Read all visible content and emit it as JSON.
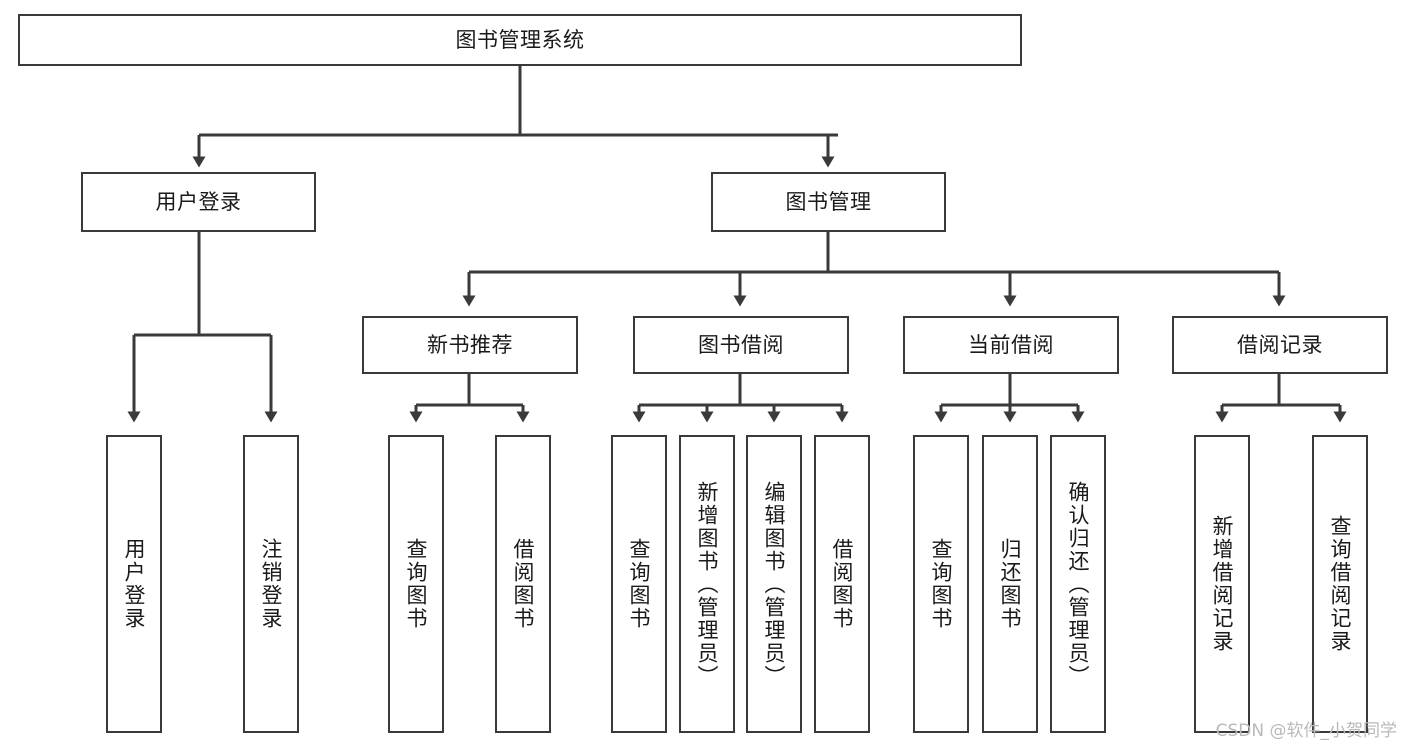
{
  "diagram": {
    "title": "图书管理系统",
    "type": "tree-hierarchy-chart",
    "colors": {
      "background": "#ffffff",
      "border": "#3a3a3a",
      "edge": "#3a3a3a",
      "text": "#1a1a1a",
      "watermark": "#b9b9b9"
    },
    "root": {
      "label": "图书管理系统"
    },
    "level2": [
      {
        "label": "用户登录"
      },
      {
        "label": "图书管理"
      }
    ],
    "level3": [
      {
        "label": "新书推荐"
      },
      {
        "label": "图书借阅"
      },
      {
        "label": "当前借阅"
      },
      {
        "label": "借阅记录"
      }
    ],
    "leaves": {
      "user_login": [
        {
          "label": "用户登录"
        },
        {
          "label": "注销登录"
        }
      ],
      "new_book": [
        {
          "label": "查询图书"
        },
        {
          "label": "借阅图书"
        }
      ],
      "borrow_book": [
        {
          "label": "查询图书"
        },
        {
          "label": "新增图书（管理员）"
        },
        {
          "label": "编辑图书（管理员）"
        },
        {
          "label": "借阅图书"
        }
      ],
      "current_borrow": [
        {
          "label": "查询图书"
        },
        {
          "label": "归还图书"
        },
        {
          "label": "确认归还（管理员）"
        }
      ],
      "borrow_record": [
        {
          "label": "新增借阅记录"
        },
        {
          "label": "查询借阅记录"
        }
      ]
    }
  },
  "watermark": {
    "text": "CSDN @软件_小贺同学"
  }
}
